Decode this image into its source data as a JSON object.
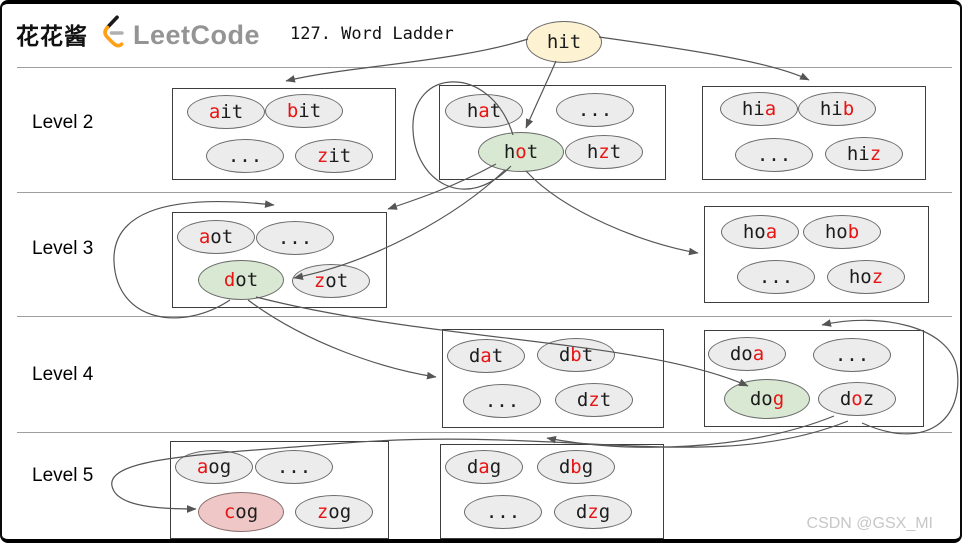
{
  "header": {
    "brand": "花花酱",
    "logo": "LeetCode",
    "title": "127. Word Ladder"
  },
  "watermark": "CSDN @GSX_MI",
  "levels": [
    {
      "label": "Level 2"
    },
    {
      "label": "Level 3"
    },
    {
      "label": "Level 4"
    },
    {
      "label": "Level 5"
    }
  ],
  "nodes": {
    "hit": {
      "pre": "hit",
      "red": "",
      "post": ""
    },
    "ait": {
      "pre": "",
      "red": "a",
      "post": "it"
    },
    "bit": {
      "pre": "",
      "red": "b",
      "post": "it"
    },
    "dots1": {
      "pre": "...",
      "red": "",
      "post": ""
    },
    "zit": {
      "pre": "",
      "red": "z",
      "post": "it"
    },
    "hat": {
      "pre": "h",
      "red": "a",
      "post": "t"
    },
    "dots2": {
      "pre": "...",
      "red": "",
      "post": ""
    },
    "hot": {
      "pre": "h",
      "red": "o",
      "post": "t"
    },
    "hzt": {
      "pre": "h",
      "red": "z",
      "post": "t"
    },
    "hia": {
      "pre": "hi",
      "red": "a",
      "post": ""
    },
    "hib": {
      "pre": "hi",
      "red": "b",
      "post": ""
    },
    "dots3": {
      "pre": "...",
      "red": "",
      "post": ""
    },
    "hiz": {
      "pre": "hi",
      "red": "z",
      "post": ""
    },
    "aot": {
      "pre": "",
      "red": "a",
      "post": "ot"
    },
    "dots4": {
      "pre": "...",
      "red": "",
      "post": ""
    },
    "dot": {
      "pre": "",
      "red": "d",
      "post": "ot"
    },
    "zot": {
      "pre": "",
      "red": "z",
      "post": "ot"
    },
    "hoa": {
      "pre": "ho",
      "red": "a",
      "post": ""
    },
    "hob": {
      "pre": "ho",
      "red": "b",
      "post": ""
    },
    "dots5": {
      "pre": "...",
      "red": "",
      "post": ""
    },
    "hoz": {
      "pre": "ho",
      "red": "z",
      "post": ""
    },
    "dat": {
      "pre": "d",
      "red": "a",
      "post": "t"
    },
    "dbt": {
      "pre": "d",
      "red": "b",
      "post": "t"
    },
    "dots6": {
      "pre": "...",
      "red": "",
      "post": ""
    },
    "dzt": {
      "pre": "d",
      "red": "z",
      "post": "t"
    },
    "doa": {
      "pre": "do",
      "red": "a",
      "post": ""
    },
    "dots7": {
      "pre": "...",
      "red": "",
      "post": ""
    },
    "dog": {
      "pre": "do",
      "red": "g",
      "post": ""
    },
    "doz": {
      "pre": "d",
      "red": "o",
      "post": "z"
    },
    "aog": {
      "pre": "",
      "red": "a",
      "post": "og"
    },
    "dots8": {
      "pre": "...",
      "red": "",
      "post": ""
    },
    "cog": {
      "pre": "",
      "red": "c",
      "post": "og"
    },
    "zog": {
      "pre": "",
      "red": "z",
      "post": "og"
    },
    "dag": {
      "pre": "d",
      "red": "a",
      "post": "g"
    },
    "dbg": {
      "pre": "d",
      "red": "b",
      "post": "g"
    },
    "dots9": {
      "pre": "...",
      "red": "",
      "post": ""
    },
    "dzg": {
      "pre": "d",
      "red": "z",
      "post": "g"
    }
  },
  "edges": [
    "hit→ait-box",
    "hit→hot",
    "hit→hia-box",
    "hot→aot-box",
    "hot→dot",
    "hot→hoa-box",
    "dot→own-box-loop",
    "dot→dat-box",
    "dot→dog",
    "dog→own-box-loop",
    "dog→dag-box",
    "dog→cog"
  ],
  "colors": {
    "start_fill": "#fdf3d2",
    "visited_fill": "#d8e8d2",
    "end_fill": "#f0c7c7",
    "word_fill": "#ececec",
    "red_letter": "#e81313",
    "arrow": "#555555",
    "separator": "#9e9e9e",
    "logo_orange": "#FFA116"
  }
}
